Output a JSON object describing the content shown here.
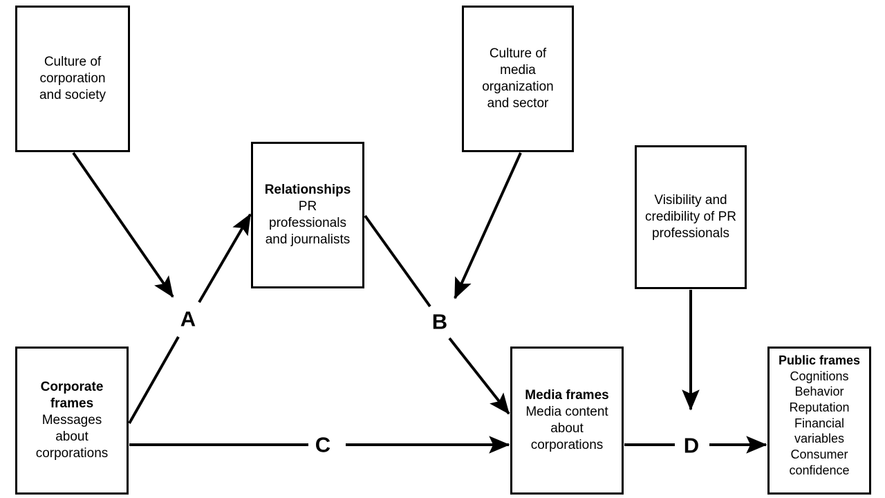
{
  "diagram": {
    "type": "flow-diagram",
    "title": "Framing process between corporations, media and public",
    "background_color": "#ffffff",
    "line_color": "#000000",
    "text_color": "#000000",
    "nodes": [
      {
        "id": "culture-corporation",
        "name": "culture-of-corporation-and-society",
        "lines": [
          "Culture  of",
          "corporation",
          "and society"
        ],
        "bold_title": ""
      },
      {
        "id": "culture-media",
        "name": "culture-of-media-organization-and-sector",
        "lines": [
          "Culture  of",
          "media",
          "organization",
          "and sector"
        ],
        "bold_title": ""
      },
      {
        "id": "relationships",
        "name": "relationships",
        "bold_title": "Relationships",
        "lines": [
          "PR",
          "professionals",
          "and journalists"
        ]
      },
      {
        "id": "visibility",
        "name": "visibility-and-credibility-of-pr-professionals",
        "bold_title": "",
        "lines": [
          "Visibility and",
          "credibility of PR",
          "professionals"
        ]
      },
      {
        "id": "corporate-frames",
        "name": "corporate-frames",
        "bold_title_lines": [
          "Corporate",
          "frames"
        ],
        "lines": [
          "Messages",
          "about",
          "corporations"
        ]
      },
      {
        "id": "media-frames",
        "name": "media-frames",
        "bold_title": "Media frames",
        "lines": [
          "Media content",
          "about",
          "corporations"
        ]
      },
      {
        "id": "public-frames",
        "name": "public-frames",
        "bold_title": "Public frames",
        "lines": [
          "Cognitions",
          "Behavior",
          "Reputation",
          "Financial",
          "variables",
          "Consumer",
          "confidence"
        ]
      }
    ],
    "junctions": [
      {
        "id": "A",
        "label": "A"
      },
      {
        "id": "B",
        "label": "B"
      },
      {
        "id": "C",
        "label": "C"
      },
      {
        "id": "D",
        "label": "D"
      }
    ],
    "edges": [
      {
        "from": "culture-corporation",
        "to": "A",
        "arrow": true
      },
      {
        "from": "corporate-frames",
        "through": "A",
        "to": "relationships",
        "arrow": true
      },
      {
        "from": "relationships",
        "to": "B",
        "arrow": false
      },
      {
        "from": "culture-media",
        "to": "B",
        "arrow": true
      },
      {
        "from": "B",
        "to": "media-frames",
        "arrow": true
      },
      {
        "from": "corporate-frames",
        "through": "C",
        "to": "media-frames",
        "arrow": true
      },
      {
        "from": "visibility",
        "to": "D",
        "arrow": true
      },
      {
        "from": "media-frames",
        "through": "D",
        "to": "public-frames",
        "arrow": true
      }
    ]
  },
  "boxes": {
    "culture_corporation": {
      "l1": "Culture  of",
      "l2": "corporation",
      "l3": "and society"
    },
    "culture_media": {
      "l1": "Culture  of",
      "l2": "media",
      "l3": "organization",
      "l4": "and sector"
    },
    "relationships": {
      "title": "Relationships",
      "l1": "PR",
      "l2": "professionals",
      "l3": "and journalists"
    },
    "visibility": {
      "l1": "Visibility and",
      "l2": "credibility of PR",
      "l3": "professionals"
    },
    "corporate_frames": {
      "title1": "Corporate",
      "title2": "frames",
      "l1": "Messages",
      "l2": "about",
      "l3": "corporations"
    },
    "media_frames": {
      "title": "Media frames",
      "l1": "Media content",
      "l2": "about",
      "l3": "corporations"
    },
    "public_frames": {
      "title": "Public frames",
      "l1": "Cognitions",
      "l2": "Behavior",
      "l3": "Reputation",
      "l4": "Financial",
      "l5": "variables",
      "l6": "Consumer",
      "l7": "confidence"
    }
  },
  "labels": {
    "a": "A",
    "b": "B",
    "c": "C",
    "d": "D"
  }
}
